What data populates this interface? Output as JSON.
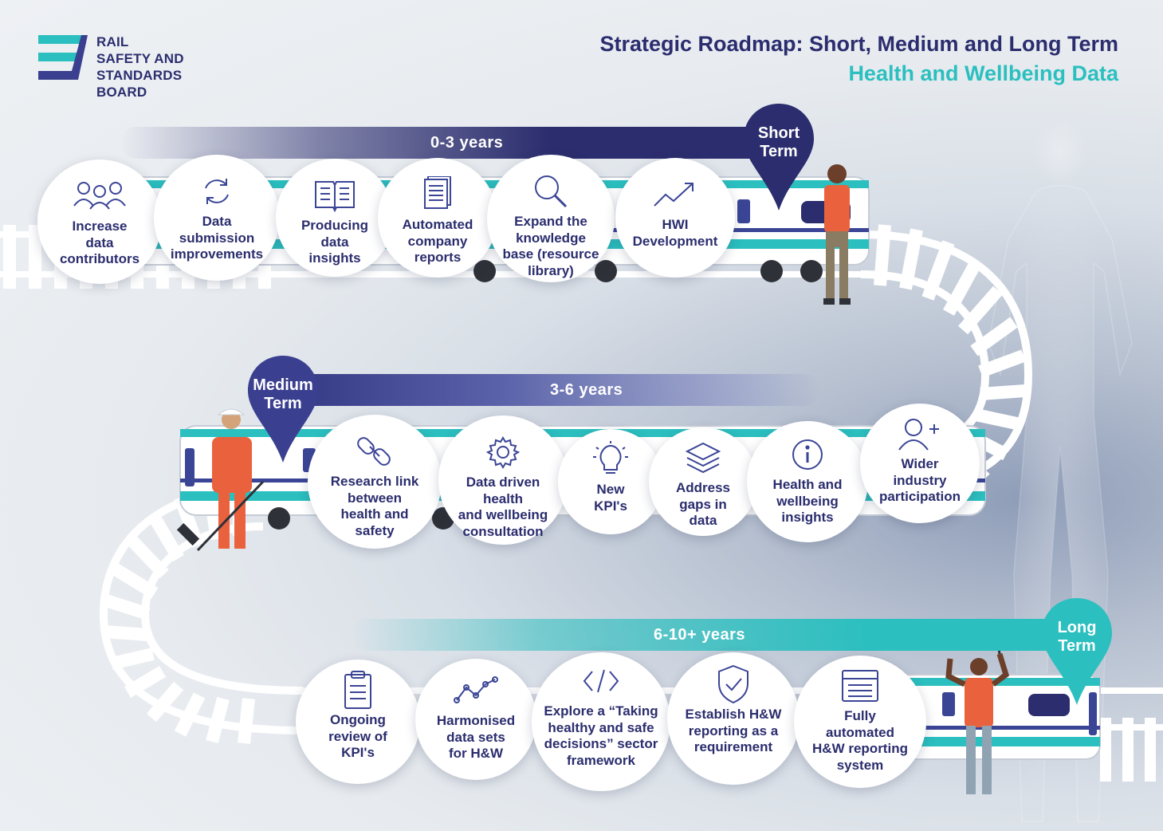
{
  "brand": {
    "name_lines": [
      "RAIL",
      "SAFETY AND",
      "STANDARDS",
      "BOARD"
    ],
    "colors": {
      "navy": "#2b2d6e",
      "teal": "#2bbfbf",
      "medium_purple": "#3b3f8f"
    }
  },
  "header": {
    "title": "Strategic Roadmap: Short, Medium and Long Term",
    "subtitle": "Health and Wellbeing Data"
  },
  "phases": [
    {
      "range": "0-3 years",
      "pin_lines": [
        "Short",
        "Term"
      ],
      "items": [
        {
          "icon": "people-group-icon",
          "label": "Increase\ndata\ncontributors"
        },
        {
          "icon": "refresh-cycle-icon",
          "label": "Data\nsubmission\nimprovements"
        },
        {
          "icon": "open-book-icon",
          "label": "Producing\ndata\ninsights"
        },
        {
          "icon": "document-report-icon",
          "label": "Automated\ncompany\nreports"
        },
        {
          "icon": "magnifier-icon",
          "label": "Expand the\nknowledge\nbase (resource\nlibrary)"
        },
        {
          "icon": "trend-up-arrow-icon",
          "label": "HWI\nDevelopment"
        }
      ]
    },
    {
      "range": "3-6 years",
      "pin_lines": [
        "Medium",
        "Term"
      ],
      "items": [
        {
          "icon": "chain-link-icon",
          "label": "Research link\nbetween\nhealth and\nsafety"
        },
        {
          "icon": "gear-icon",
          "label": "Data driven health\nand wellbeing\nconsultation"
        },
        {
          "icon": "lightbulb-icon",
          "label": "New\nKPI's"
        },
        {
          "icon": "layers-stack-icon",
          "label": "Address\ngaps in\ndata"
        },
        {
          "icon": "info-circle-icon",
          "label": "Health and\nwellbeing\ninsights"
        },
        {
          "icon": "add-user-icon",
          "label": "Wider\nindustry\nparticipation"
        }
      ]
    },
    {
      "range": "6-10+ years",
      "pin_lines": [
        "Long",
        "Term"
      ],
      "items": [
        {
          "icon": "clipboard-list-icon",
          "label": "Ongoing\nreview of\nKPI's"
        },
        {
          "icon": "line-graph-icon",
          "label": "Harmonised\ndata sets\nfor H&W"
        },
        {
          "icon": "code-brackets-icon",
          "label": "Explore a “Taking\nhealthy and safe\ndecisions” sector\nframework"
        },
        {
          "icon": "shield-check-icon",
          "label": "Establish H&W\nreporting as a\nrequirement"
        },
        {
          "icon": "browser-window-icon",
          "label": "Fully\nautomated\nH&W reporting\nsystem"
        }
      ]
    }
  ]
}
